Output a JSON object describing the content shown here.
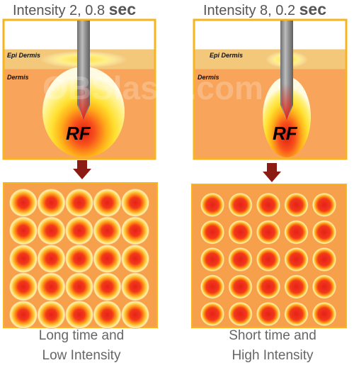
{
  "panels": [
    {
      "title_prefix": "Intensity 2, 0.8 ",
      "title_unit": "sec",
      "layer_epi": "Epi Dermis",
      "layer_dermis": "Dermis",
      "probe_label": "RF",
      "caption_line1": "Long time and",
      "caption_line2": "Low Intensity",
      "grid_rows": 5,
      "grid_cols": 5
    },
    {
      "title_prefix": "Intensity 8, 0.2 ",
      "title_unit": "sec",
      "layer_epi": "Epi Dermis",
      "layer_dermis": "Dermis",
      "probe_label": "RF",
      "caption_line1": "Short time and",
      "caption_line2": "High Intensity",
      "grid_rows": 5,
      "grid_cols": 5
    }
  ],
  "watermark": "OBSlaser.com",
  "colors": {
    "frame": "#f7b41e",
    "sky": "#ffffff",
    "epi": "#f3c87a",
    "dermis": "#f8a55b",
    "grid_bg": "#f7a04b",
    "arrow": "#8c1b13",
    "probe": "#8a8a8a",
    "spot_core": "#e8281c",
    "spot_mid": "#ff9b12",
    "spot_glow": "#fff3a8"
  }
}
